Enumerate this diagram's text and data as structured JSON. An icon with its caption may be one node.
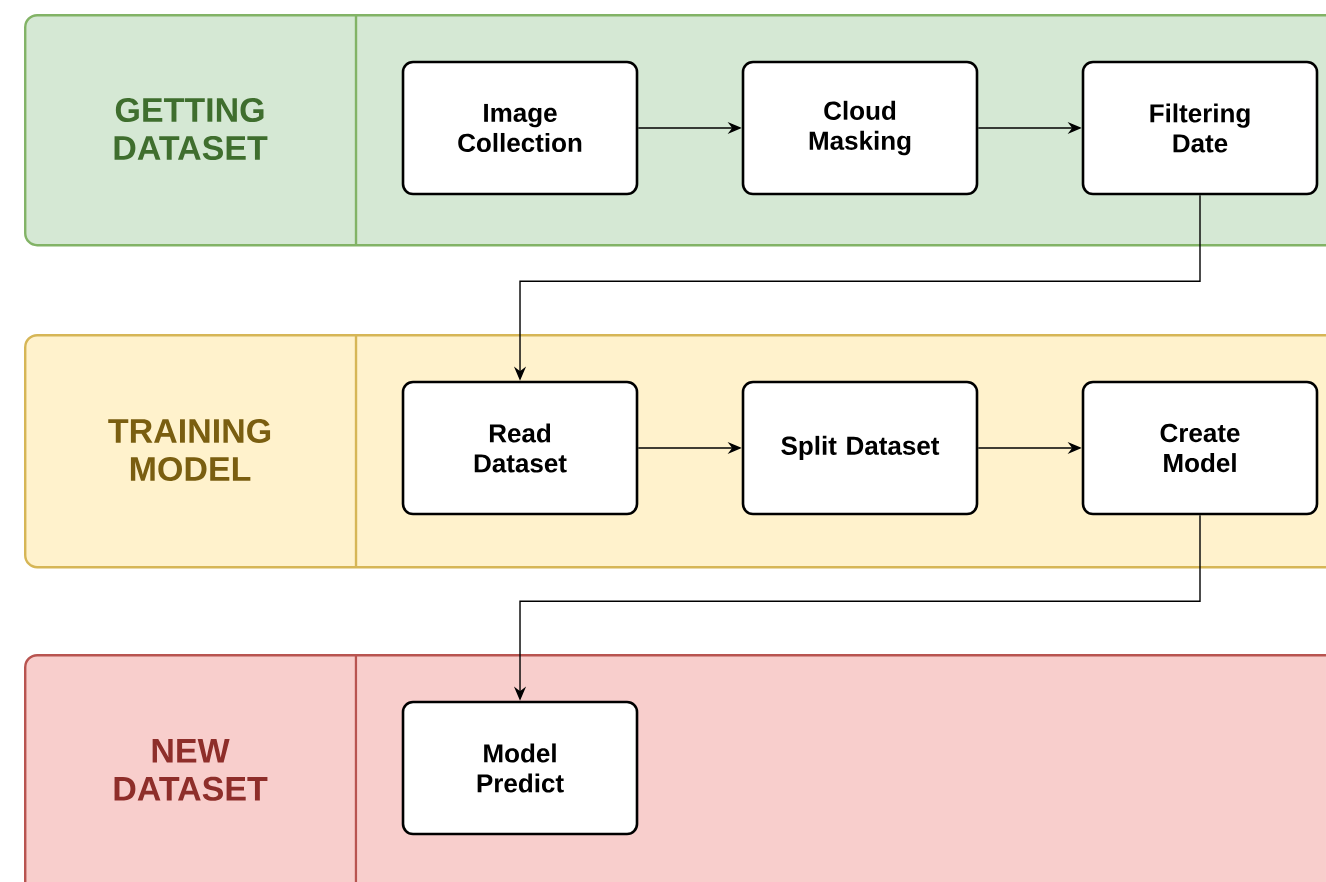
{
  "diagram": {
    "nodes": [
      {
        "text": [
          "GETTING DATASET"
        ]
      },
      {
        "text": [
          "Image Collection"
        ],
        "in": 0
      },
      {
        "text": [
          "Cloud Masking"
        ],
        "in": 0
      },
      {
        "text": [
          "Filtering Date"
        ],
        "in": 0
      },
      {
        "text": [
          "TRAINING MODEL"
        ]
      },
      {
        "text": [
          "Read Dataset"
        ],
        "in": 4
      },
      {
        "text": [
          "Split Dataset"
        ],
        "in": 4
      },
      {
        "text": [
          "Create Model"
        ],
        "in": 4
      },
      {
        "text": [
          "NEW DATASET"
        ]
      },
      {
        "text": [
          "Model Predict"
        ],
        "in": 8
      }
    ],
    "edges": [
      {
        "from": 1,
        "to": 2,
        "arrow": "to"
      },
      {
        "from": 2,
        "to": 3,
        "arrow": "to"
      },
      {
        "from": 3,
        "to": 5,
        "arrow": "to"
      },
      {
        "from": 5,
        "to": 6,
        "arrow": "to"
      },
      {
        "from": 6,
        "to": 7,
        "arrow": "to"
      },
      {
        "from": 7,
        "to": 9,
        "arrow": "to"
      }
    ]
  }
}
